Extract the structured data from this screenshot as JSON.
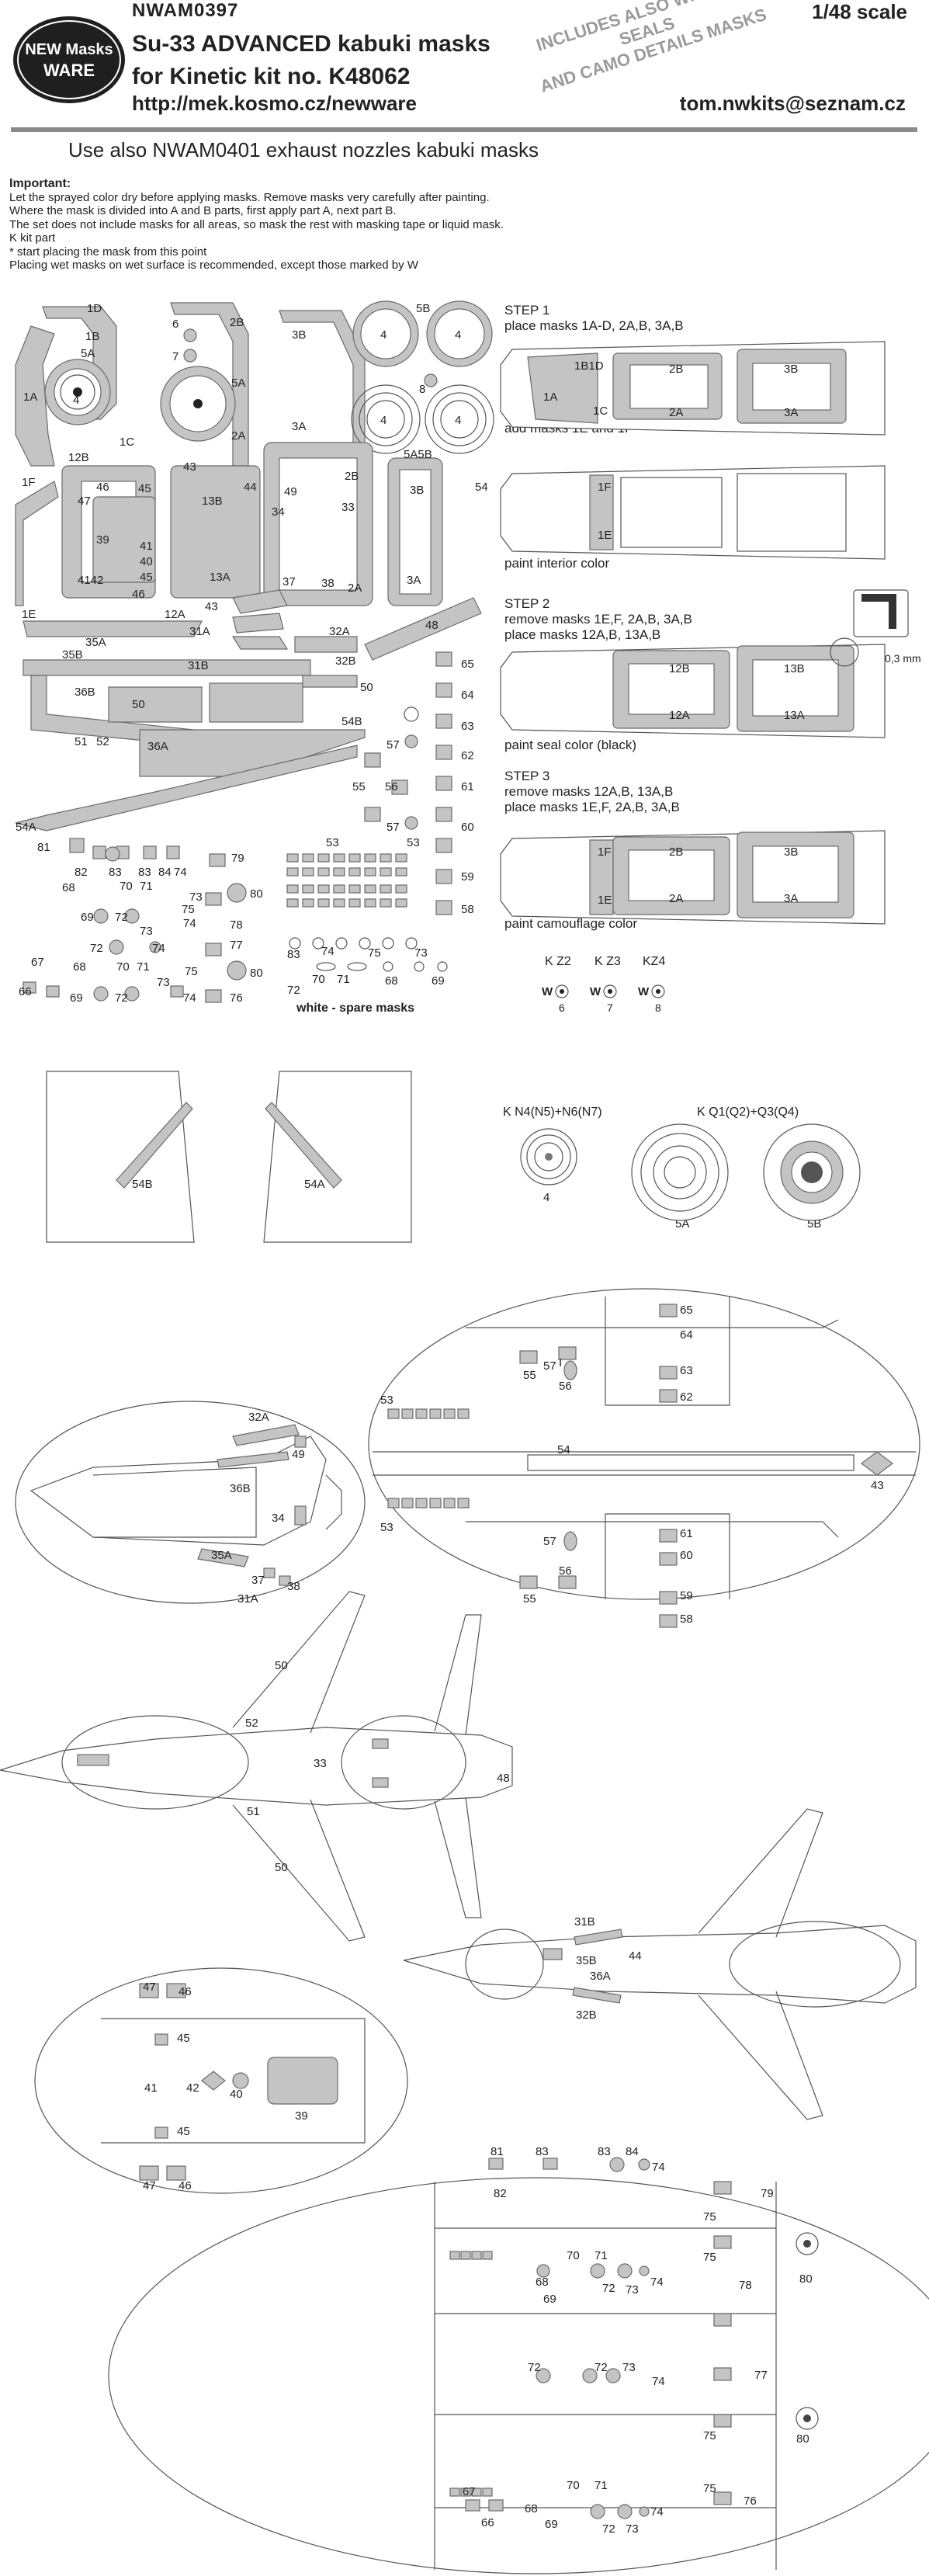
{
  "header": {
    "code": "NWAM0397",
    "title_line1": "Su-33 ADVANCED kabuki masks",
    "title_line2": "for Kinetic kit no. K48062",
    "url": "http://mek.kosmo.cz/newware",
    "scale": "1/48 scale",
    "email": "tom.nwkits@seznam.cz",
    "banner_line1": "INCLUDES ALSO WINDOW SEALS",
    "banner_line2": "AND CAMO DETAILS MASKS",
    "logo_top": "NEW Masks",
    "logo_bottom": "WARE"
  },
  "use_also": "Use also  NWAM0401 exhaust nozzles kabuki masks",
  "notes": {
    "heading": "Important:",
    "lines": [
      "Let the sprayed color dry before applying masks. Remove masks very carefully after painting.",
      "Where the mask is divided into A and B parts, first apply part A, next part B.",
      "The set does not include masks for all areas, so mask the rest with masking tape or liquid mask.",
      "K kit part",
      "*  start placing the mask from this point",
      "Placing wet masks on wet surface is recommended, except those marked by W"
    ]
  },
  "steps": {
    "step1_title": "STEP 1",
    "step1_text": "place masks 1A-D, 2A,B, 3A,B",
    "step1b_text": "add masks 1E and 1F",
    "step1_paint": "paint interior color",
    "step2_title": "STEP 2",
    "step2_text1": "remove masks 1E,F, 2A,B, 3A,B",
    "step2_text2": "place masks 12A,B, 13A,B",
    "step2_paint": "paint seal color (black)",
    "step3_title": "STEP 3",
    "step3_text1": "remove masks 12A,B, 13A,B",
    "step3_text2": "place masks 1E,F, 2A,B, 3A,B",
    "step3_paint": "paint camouflage color",
    "detail_dim": "0,3 mm"
  },
  "spare_label": "white - spare masks",
  "wheel_labels": {
    "kz2": "K Z2",
    "kz3": "K Z3",
    "kz4": "KZ4",
    "kz2_num": "6",
    "kz3_num": "7",
    "kz4_num": "8",
    "kn": "K N4(N5)+N6(N7)",
    "kn_num": "4",
    "kq": "K Q1(Q2)+Q3(Q4)",
    "kq_a": "5A",
    "kq_b": "5B"
  },
  "colors": {
    "mask_gray": "#c4c4c4",
    "line_gray": "#555555",
    "frame_gray": "#8a8a8a"
  }
}
